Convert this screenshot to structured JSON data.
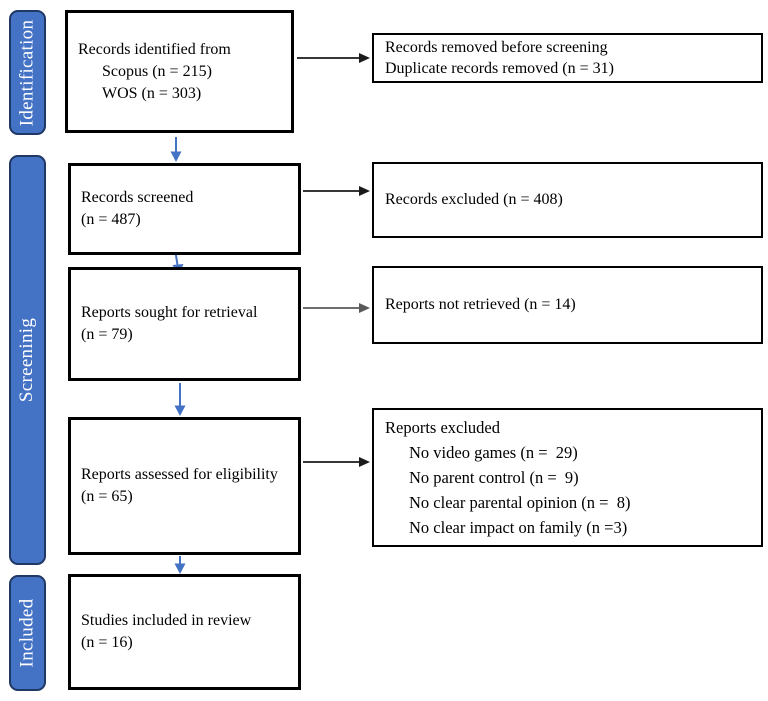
{
  "diagram": {
    "type": "prisma-flow-diagram",
    "colors": {
      "bar_fill": "#4472C4",
      "bar_border": "#1F3864",
      "bar_text": "#FFFFFF",
      "box_border": "#000000",
      "arrow_dark": "#1a1a1a",
      "arrow_gray": "#595959",
      "arrow_blue": "#4472C4",
      "bg": "#FFFFFF"
    },
    "stages": [
      {
        "label": "Identification"
      },
      {
        "label": "Screeninig"
      },
      {
        "label": "Included"
      }
    ],
    "boxes": {
      "identified": {
        "lines": [
          "Records identified from",
          "Scopus (n = 215)",
          "WOS (n = 303)"
        ]
      },
      "removed": {
        "lines": [
          "Records removed before screening",
          "Duplicate records removed (n = 31)"
        ]
      },
      "screened": {
        "lines": [
          "Records screened",
          "(n = 487)"
        ]
      },
      "excluded": {
        "lines": [
          "Records excluded (n = 408)"
        ]
      },
      "sought": {
        "lines": [
          "Reports sought for retrieval",
          "(n = 79)"
        ]
      },
      "not_retrieved": {
        "lines": [
          "Reports not retrieved (n = 14)"
        ]
      },
      "assessed": {
        "lines": [
          "Reports assessed for eligibility",
          "(n = 65)"
        ]
      },
      "reports_excluded": {
        "title": "Reports excluded",
        "items": [
          "No video games (n =  29)",
          "No parent control (n =  9)",
          "No clear parental opinion (n =  8)",
          "No clear impact on family (n =3)"
        ]
      },
      "included": {
        "lines": [
          "Studies included in review",
          "(n = 16)"
        ]
      }
    }
  }
}
